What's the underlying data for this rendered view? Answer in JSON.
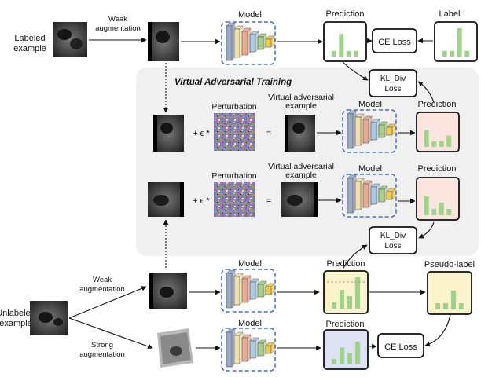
{
  "title": "",
  "left_labels": {
    "labeled_example": "Labeled\nexample",
    "unlabeled_example": "Unlabeled\nexample"
  },
  "aug": {
    "weak_top": "Weak\naugmentation",
    "weak_bottom": "Weak\naugmentation",
    "strong": "Strong\naugmentation"
  },
  "model_label": "Model",
  "prediction_label": "Prediction",
  "label_text": "Label",
  "pseudo_label": "Pseudo-label",
  "ce_loss": "CE Loss",
  "kl_loss": "KL_Div\nLoss",
  "vat_title": "Virtual Adversarial Training",
  "perturbation": "Perturbation",
  "vae_text": "Virtual adversarial\nexample",
  "plus_eps": "+ ϵ *",
  "equals": "=",
  "colors": {
    "bar_green": "#9fd28a",
    "pred_plain": "#ffffff",
    "pred_pink": "#fce5df",
    "pred_yellow": "#fbf3cc",
    "pred_blue": "#dde3f4",
    "vat_bg": "#f0f0f0",
    "model_border": "#4472c4"
  },
  "chart_data": [
    {
      "type": "bar",
      "values": [
        1,
        4,
        1,
        1
      ]
    },
    {
      "type": "bar",
      "values": [
        1,
        1,
        5,
        1
      ]
    },
    {
      "type": "bar",
      "values": [
        3,
        1,
        1,
        2
      ]
    },
    {
      "type": "bar",
      "values": [
        3,
        1,
        2,
        1
      ]
    },
    {
      "type": "bar",
      "values": [
        1,
        3,
        2,
        5
      ]
    },
    {
      "type": "bar",
      "values": [
        1,
        1,
        3,
        1
      ]
    },
    {
      "type": "bar",
      "values": [
        1,
        3,
        2,
        4
      ]
    }
  ]
}
